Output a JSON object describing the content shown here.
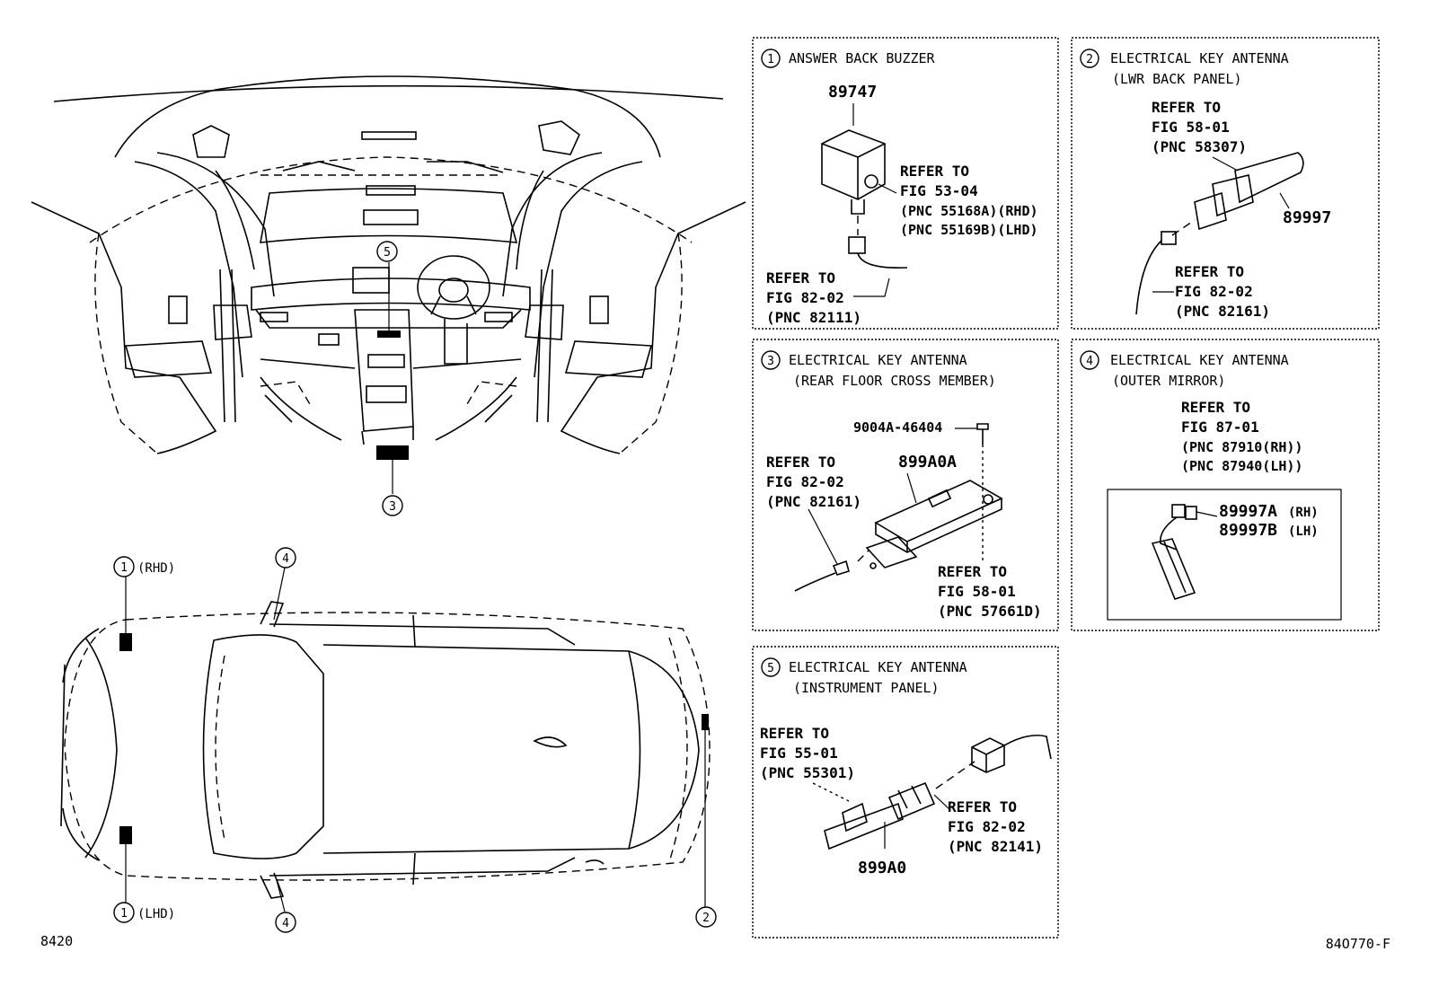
{
  "panels": [
    {
      "num": "1",
      "title": "ANSWER BACK BUZZER",
      "subtitle": "",
      "part": "89747",
      "ref_a": [
        "REFER TO",
        "FIG 53-04",
        "(PNC 55168A)(RHD)",
        "(PNC 55169B)(LHD)"
      ],
      "ref_b": [
        "REFER TO",
        "FIG 82-02",
        "(PNC 82111)"
      ]
    },
    {
      "num": "2",
      "title": "ELECTRICAL KEY ANTENNA",
      "subtitle": "(LWR BACK PANEL)",
      "part": "89997",
      "ref_a": [
        "REFER TO",
        "FIG 58-01",
        "(PNC 58307)"
      ],
      "ref_b": [
        "REFER TO",
        "FIG 82-02",
        "(PNC 82161)"
      ]
    },
    {
      "num": "3",
      "title": "ELECTRICAL KEY ANTENNA",
      "subtitle": "(REAR FLOOR CROSS MEMBER)",
      "part": "899A0A",
      "bolt": "9004A-46404",
      "ref_a": [
        "REFER TO",
        "FIG 82-02",
        "(PNC 82161)"
      ],
      "ref_b": [
        "REFER TO",
        "FIG 58-01",
        "(PNC 57661D)"
      ]
    },
    {
      "num": "4",
      "title": "ELECTRICAL KEY ANTENNA",
      "subtitle": "(OUTER MIRROR)",
      "part_rh": "89997A",
      "part_lh": "89997B",
      "rh": "(RH)",
      "lh": "(LH)",
      "ref_a": [
        "REFER TO",
        "FIG 87-01",
        "(PNC 87910(RH))",
        "(PNC 87940(LH))"
      ]
    },
    {
      "num": "5",
      "title": "ELECTRICAL KEY ANTENNA",
      "subtitle": "(INSTRUMENT PANEL)",
      "part": "899A0",
      "ref_a": [
        "REFER TO",
        "FIG 55-01",
        "(PNC 55301)"
      ],
      "ref_b": [
        "REFER TO",
        "FIG 82-02",
        "(PNC 82141)"
      ]
    }
  ],
  "callouts": {
    "c1_rhd": "(RHD)",
    "c1_lhd": "(LHD)",
    "n1": "1",
    "n2": "2",
    "n3": "3",
    "n4": "4",
    "n5": "5"
  },
  "footer": {
    "left": "8420",
    "right": "84O770-F"
  }
}
